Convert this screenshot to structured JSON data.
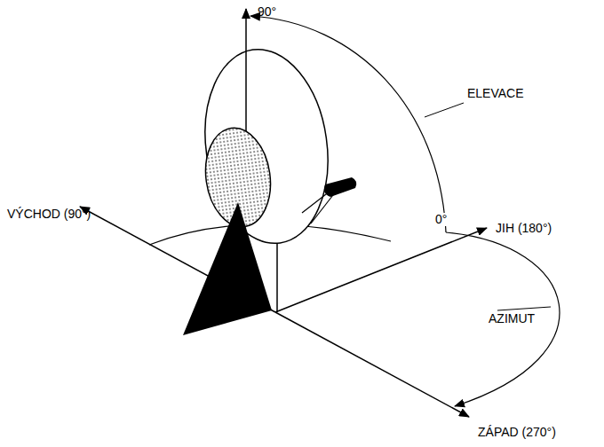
{
  "diagram": {
    "labels": [
      "90°",
      "ELEVACE",
      "VÝCHOD (90°)",
      "0°",
      "JIH (180°)",
      "AZIMUT",
      "ZÁPAD (270°)"
    ]
  }
}
